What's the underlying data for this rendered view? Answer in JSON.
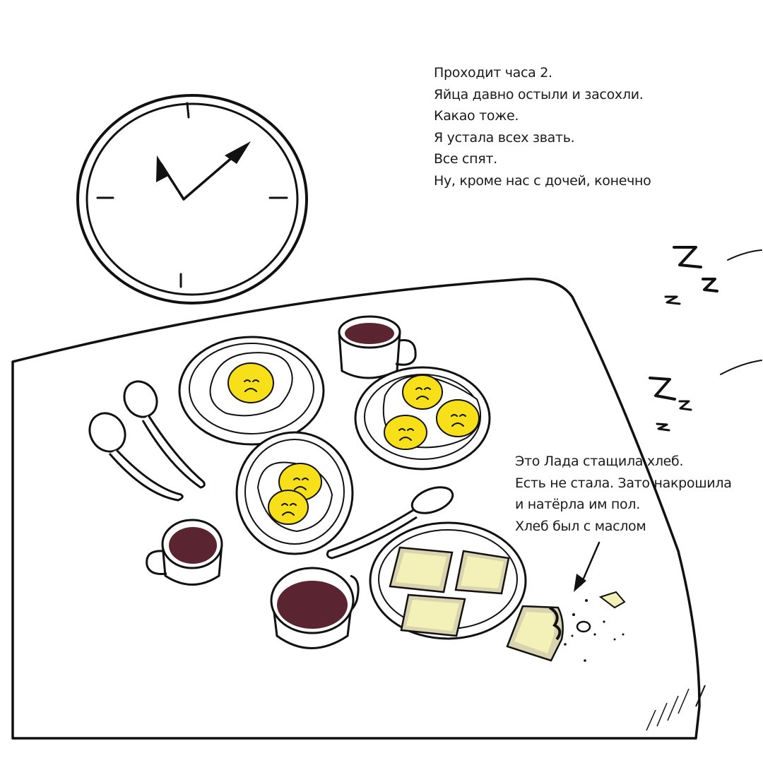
{
  "captions": {
    "top": [
      "Проходит часа 2.",
      "Яйца давно остыли и засохли.",
      "Какао тоже.",
      "Я устала всех звать.",
      "Все спят.",
      "Ну, кроме нас с дочей, конечно"
    ],
    "bread": [
      "Это Лада стащила хлеб.",
      "Есть не стала. Зато накрошила",
      "и натёрла им пол.",
      "Хлеб был с маслом"
    ]
  },
  "sleep_marks": [
    "Z",
    "z",
    "z",
    "Z",
    "z",
    "z"
  ],
  "colors": {
    "ink": "#111111",
    "yolk": "#f7e019",
    "cocoa": "#5a2430",
    "butter": "#f3f0b8",
    "crust": "#d9d3b0"
  },
  "icons": {
    "clock": "wall-clock-icon",
    "zzz": "sleep-zzz-icon",
    "arrow": "pointer-arrow-icon"
  }
}
